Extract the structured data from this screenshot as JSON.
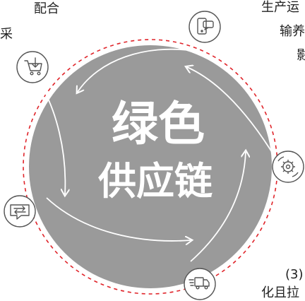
{
  "center": {
    "title_line1": "绿色",
    "title_line2": "供应链"
  },
  "corner_text": {
    "top_left_line1": "配合",
    "top_left_line2": "采",
    "top_right_line1": "生产运",
    "top_right_line2": "输养",
    "top_right_line3": "影",
    "bottom_right_line1": "(3)",
    "bottom_right_line2": "化且拉"
  },
  "nodes": [
    {
      "icon": "cart-download-icon"
    },
    {
      "icon": "phone-chat-icon"
    },
    {
      "icon": "gear-refresh-icon"
    },
    {
      "icon": "delivery-truck-icon"
    },
    {
      "icon": "exchange-chat-icon"
    }
  ],
  "colors": {
    "disc": "#9a9a9a",
    "ring_dash": "#e0242a",
    "icon_stroke": "#555555",
    "arrow": "#ffffff"
  }
}
